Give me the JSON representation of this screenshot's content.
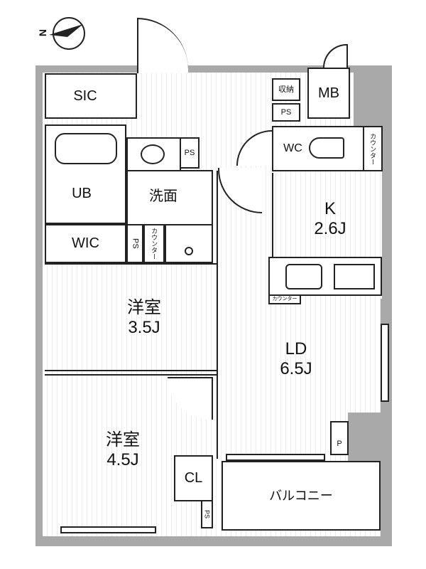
{
  "compass": {
    "label": "N"
  },
  "rooms": {
    "sic": "SIC",
    "ub": "UB",
    "senmen": "洗面",
    "wic": "WIC",
    "ps_bath": "PS",
    "ps_wic": "PS",
    "counter_wash": "カウンター",
    "storage": "収納",
    "ps_hall": "PS",
    "mb": "MB",
    "wc": "WC",
    "counter_wc": "カウンター",
    "kitchen": {
      "name": "K",
      "size": "2.6J"
    },
    "counter_kitchen": "カウンター",
    "ld": {
      "name": "LD",
      "size": "6.5J"
    },
    "room1": {
      "name": "洋室",
      "size": "3.5J"
    },
    "room2": {
      "name": "洋室",
      "size": "4.5J"
    },
    "cl": "CL",
    "ps_cl": "PS",
    "p": "P",
    "balcony": "バルコニー"
  },
  "colors": {
    "wall": "#a9a9a9",
    "line": "#222222"
  }
}
